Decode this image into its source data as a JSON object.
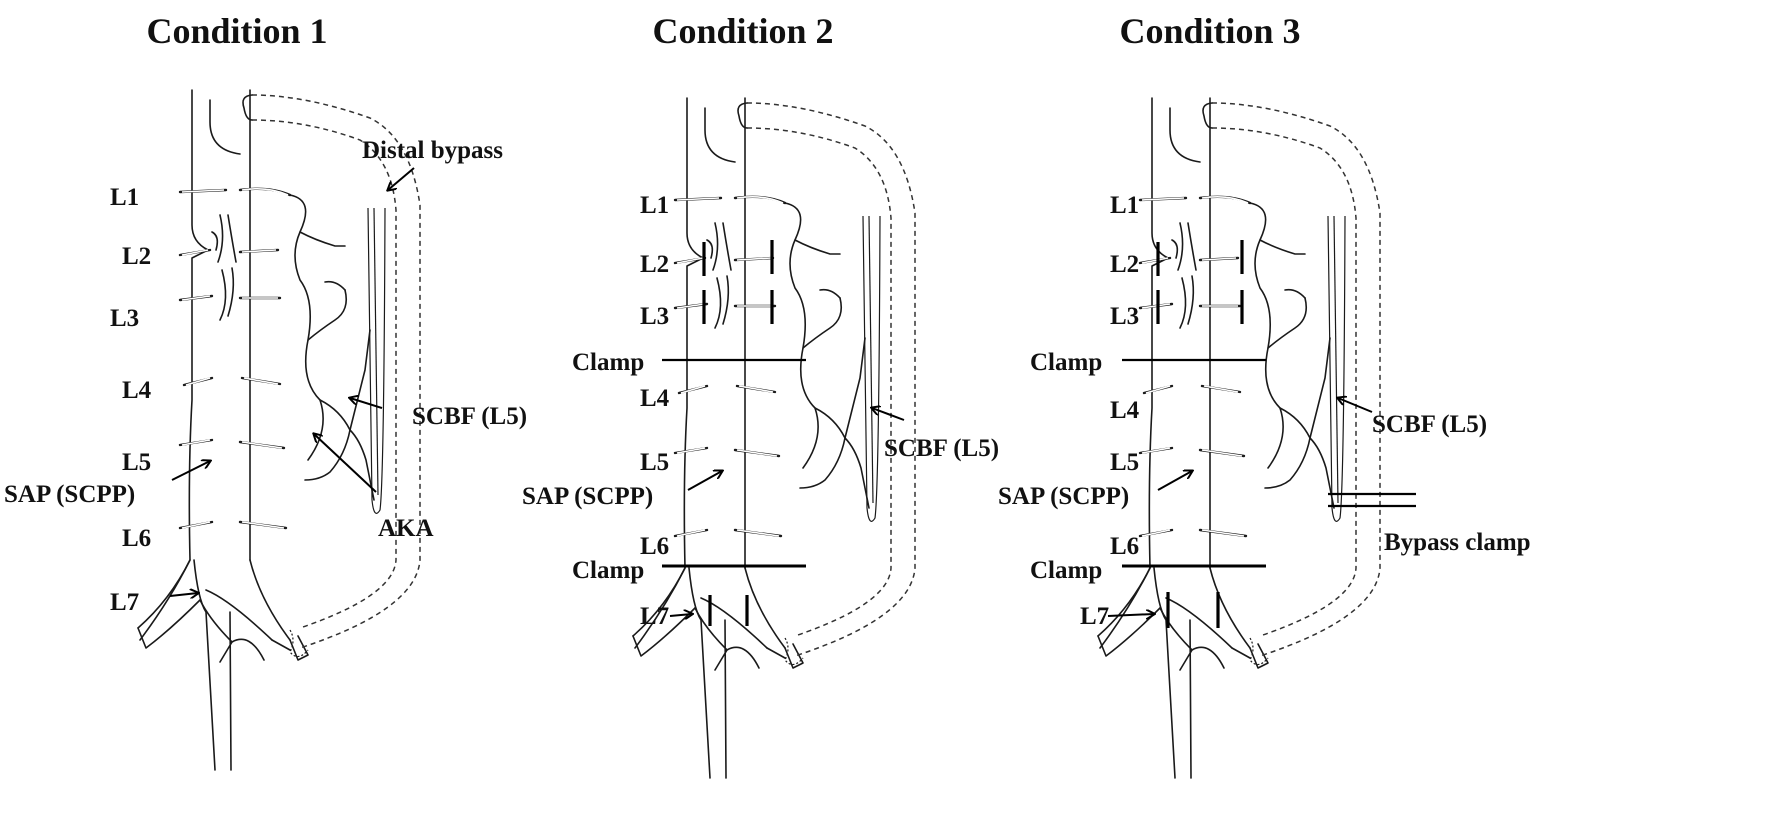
{
  "panels": [
    {
      "title": "Condition 1",
      "segments": [
        "L1",
        "L2",
        "L3",
        "L4",
        "L5",
        "L6",
        "L7"
      ],
      "labels": {
        "bypass": "Distal bypass",
        "scbf": "SCBF (L5)",
        "aka": "AKA",
        "sap": "SAP (SCPP)"
      }
    },
    {
      "title": "Condition 2",
      "segments": [
        "L1",
        "L2",
        "L3",
        "L4",
        "L5",
        "L6",
        "L7"
      ],
      "labels": {
        "clamp_upper": "Clamp",
        "clamp_lower": "Clamp",
        "scbf": "SCBF (L5)",
        "sap": "SAP (SCPP)"
      }
    },
    {
      "title": "Condition 3",
      "segments": [
        "L1",
        "L2",
        "L3",
        "L4",
        "L5",
        "L6",
        "L7"
      ],
      "labels": {
        "clamp_upper": "Clamp",
        "clamp_lower": "Clamp",
        "scbf": "SCBF (L5)",
        "sap": "SAP (SCPP)",
        "bypass_clamp": "Bypass clamp"
      }
    }
  ],
  "colors": {
    "line": "#1a1a1a",
    "background": "#ffffff"
  }
}
